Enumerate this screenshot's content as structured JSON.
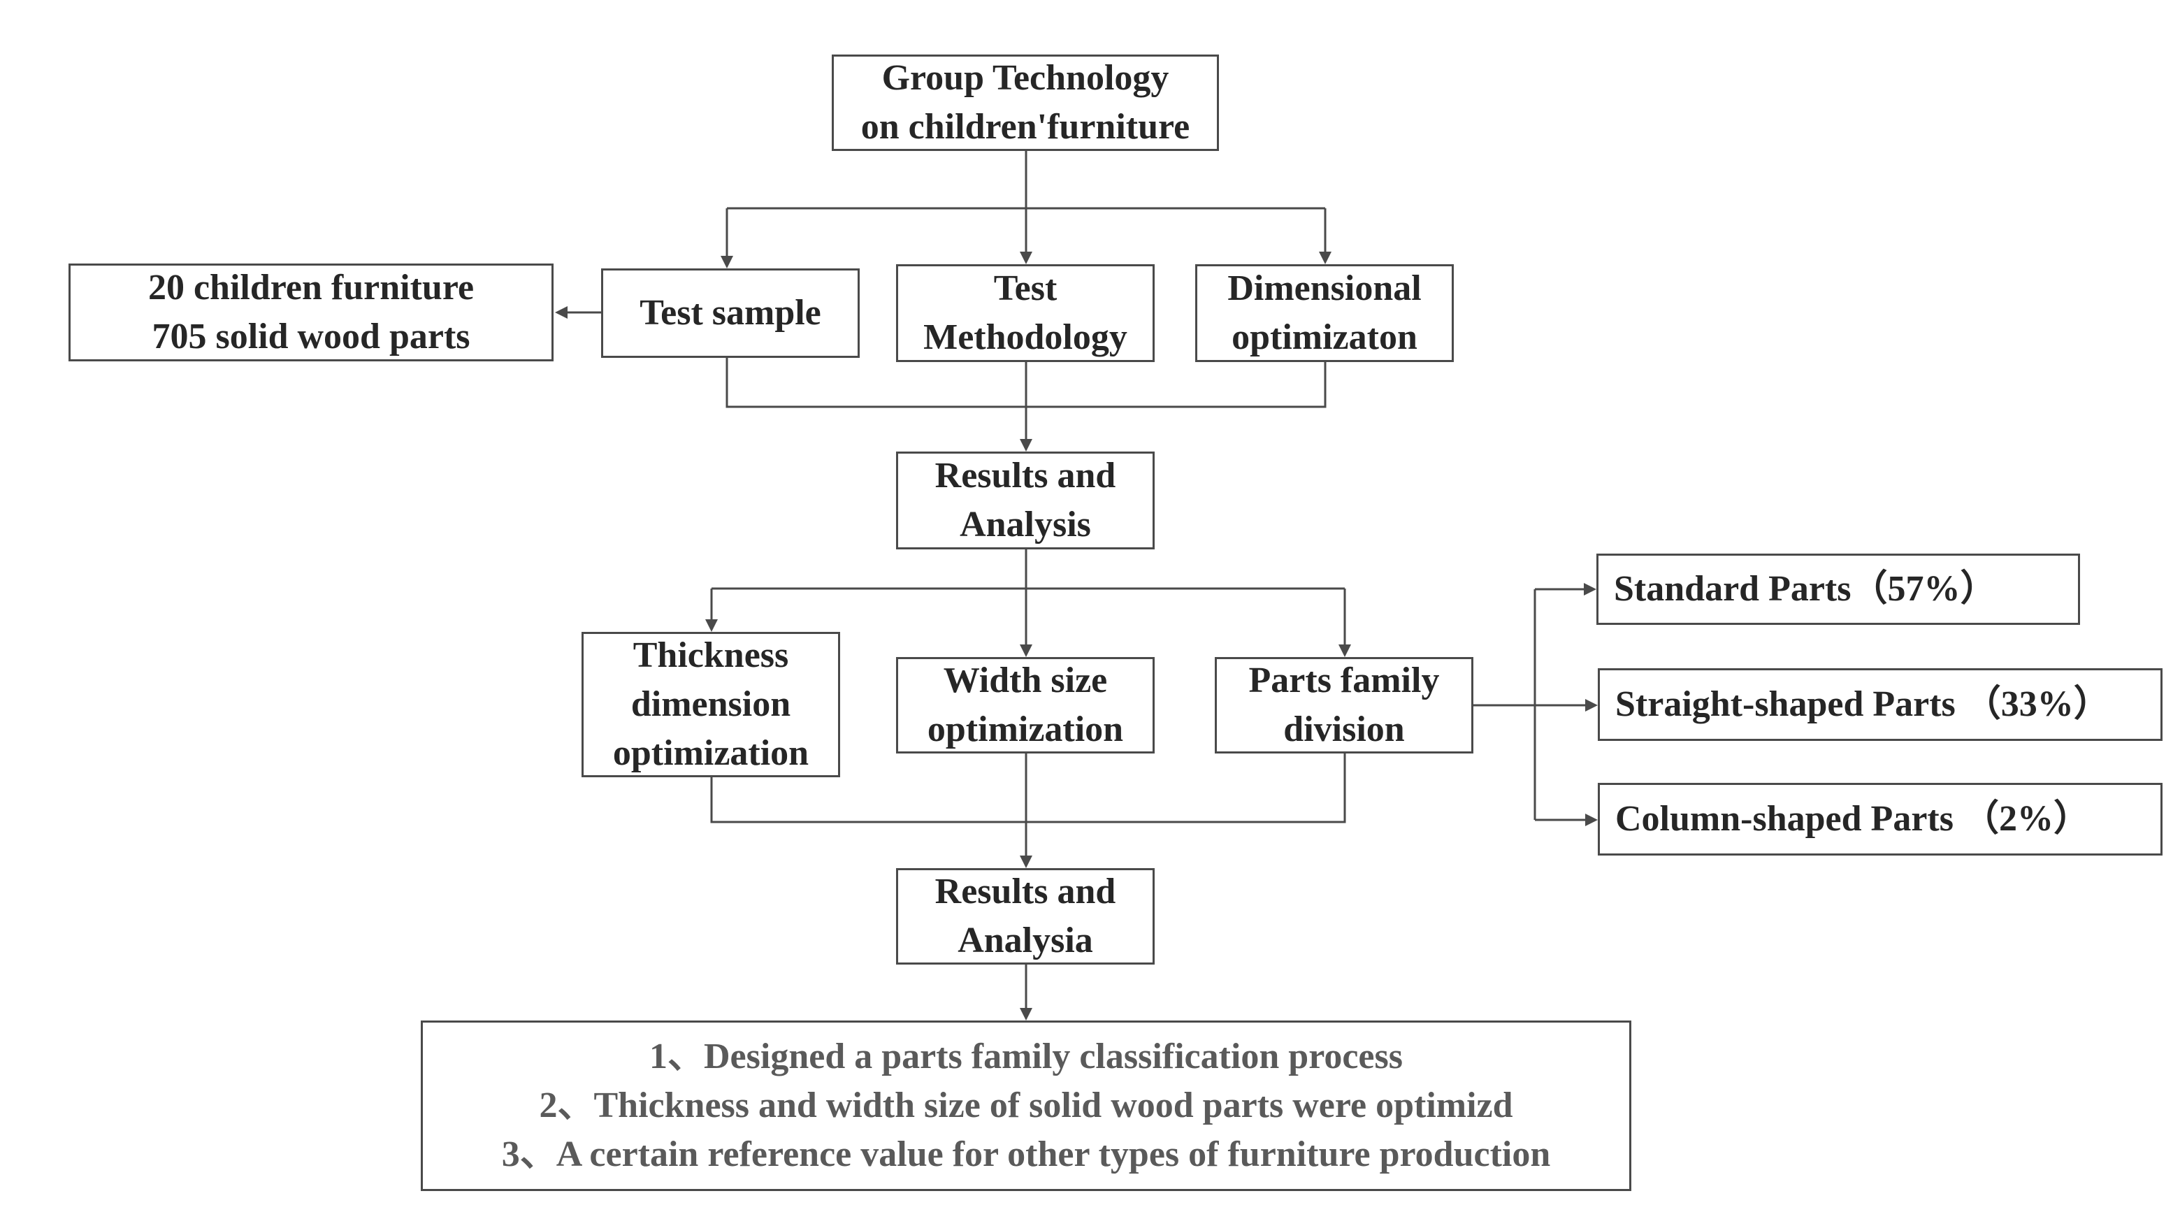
{
  "nodes": {
    "root": [
      "Group Technology",
      "on children'furniture"
    ],
    "sample_info": [
      "20 children furniture",
      "705 solid wood parts"
    ],
    "test_sample": [
      "Test sample"
    ],
    "test_methodology": [
      "Test",
      "Methodology"
    ],
    "dimensional_optimization": [
      "Dimensional",
      "optimizaton"
    ],
    "results_1": [
      "Results and",
      "Analysis"
    ],
    "thickness_optimization": [
      "Thickness",
      "dimension",
      "optimization"
    ],
    "width_optimization": [
      "Width size",
      "optimization"
    ],
    "parts_family_division": [
      "Parts family",
      "division"
    ],
    "standard_parts": [
      "Standard Parts（57%）"
    ],
    "straight_parts": [
      "Straight-shaped Parts （33%）"
    ],
    "column_parts": [
      "Column-shaped Parts （2%）"
    ],
    "results_2": [
      "Results and",
      "Analysia"
    ],
    "conclusions": [
      "1、Designed a parts family classification process",
      "2、Thickness and width size of solid wood parts were optimizd",
      "3、A certain reference value for other types of furniture production"
    ]
  },
  "colors": {
    "line": "#4a4a4a",
    "text": "#262626",
    "conclusion_text": "#5a5a5a",
    "background": "#ffffff"
  }
}
